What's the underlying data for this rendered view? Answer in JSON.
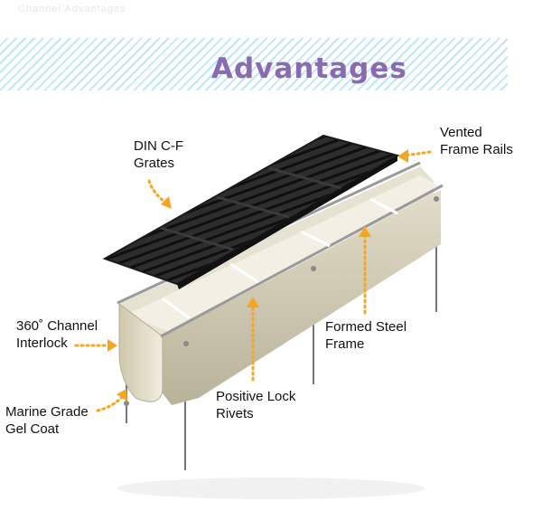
{
  "header": {
    "caption": "Channel Advantages",
    "title": "Advantages"
  },
  "callouts": {
    "grates": [
      "DIN C-F",
      "Grates"
    ],
    "vented": [
      "Vented",
      "Frame Rails"
    ],
    "interlock": [
      "360˚ Channel",
      "Interlock"
    ],
    "formed": [
      "Formed Steel",
      "Frame"
    ],
    "rivets": [
      "Positive Lock",
      "Rivets"
    ],
    "gelcoat": [
      "Marine Grade",
      "Gel Coat"
    ]
  },
  "colors": {
    "accent_arrow": "#f5a623",
    "title": "#8a6bb2",
    "banner_stripe": "#bfe6f6",
    "channel_body": "#d3cdb5",
    "grate": "#2a2a2a"
  },
  "icons": {
    "callout_arrow": "dotted-arrow-icon"
  }
}
